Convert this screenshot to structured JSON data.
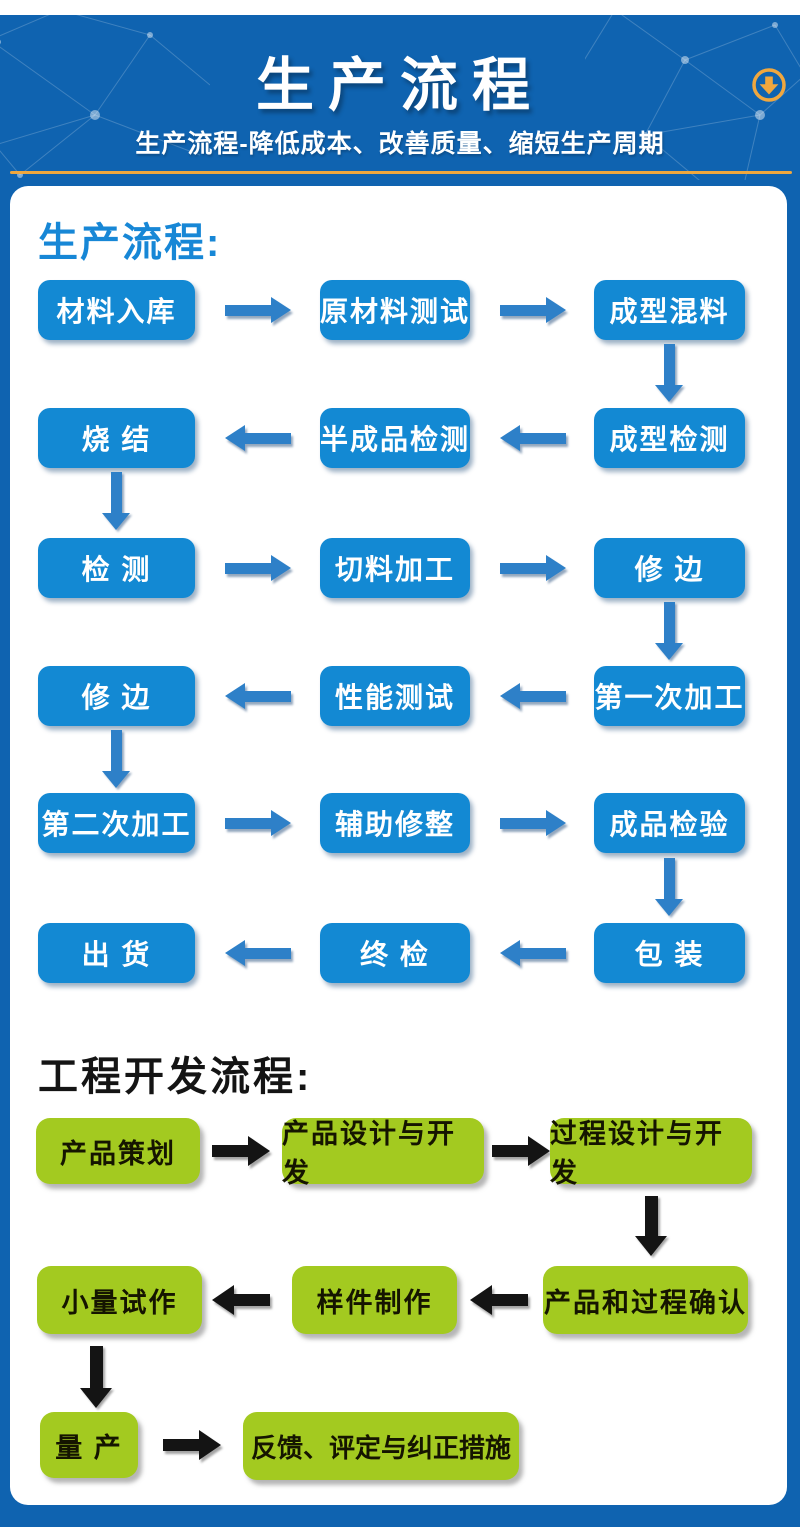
{
  "colors": {
    "page_blue": "#0f63b0",
    "box_blue": "#1389d3",
    "arrow_blue": "#2e80c8",
    "gold_accent": "#efa73e",
    "box_green": "#a3ca20",
    "arrow_black": "#141414",
    "heading_blue": "#1787d6"
  },
  "header": {
    "title": "生产流程",
    "subtitle": "生产流程-降低成本、改善质量、缩短生产周期",
    "download_icon": "circle-down-arrow"
  },
  "production": {
    "heading": "生产流程:",
    "rows": [
      {
        "direction": "right",
        "cells": [
          "材料入库",
          "原材料测试",
          "成型混料"
        ],
        "down_arrow_from": "成型混料"
      },
      {
        "direction": "left",
        "cells": [
          "烧 结",
          "半成品检测",
          "成型检测"
        ],
        "down_arrow_from": "烧结"
      },
      {
        "direction": "right",
        "cells": [
          "检 测",
          "切料加工",
          "修 边"
        ],
        "down_arrow_from": "修边"
      },
      {
        "direction": "left",
        "cells": [
          "修 边",
          "性能测试",
          "第一次加工"
        ],
        "down_arrow_from": "修边"
      },
      {
        "direction": "right",
        "cells": [
          "第二次加工",
          "辅助修整",
          "成品检验"
        ],
        "down_arrow_from": "成品检验"
      },
      {
        "direction": "left",
        "cells": [
          "出 货",
          "终 检",
          "包 装"
        ],
        "down_arrow_from": null
      }
    ],
    "sequence": [
      "材料入库",
      "原材料测试",
      "成型混料",
      "成型检测",
      "半成品检测",
      "烧结",
      "检测",
      "切料加工",
      "修边",
      "第一次加工",
      "性能测试",
      "修边",
      "第二次加工",
      "辅助修整",
      "成品检验",
      "包装",
      "终检",
      "出货"
    ]
  },
  "engineering": {
    "heading": "工程开发流程:",
    "rows": [
      {
        "direction": "right",
        "cells": [
          "产品策划",
          "产品设计与开发",
          "过程设计与开发"
        ],
        "down_arrow_from": "过程设计与开发"
      },
      {
        "direction": "left",
        "cells": [
          "小量试作",
          "样件制作",
          "产品和过程确认"
        ],
        "down_arrow_from": "小量试作"
      },
      {
        "direction": "right",
        "cells": [
          "量 产",
          "反馈、评定与纠正措施"
        ],
        "down_arrow_from": null
      }
    ],
    "sequence": [
      "产品策划",
      "产品设计与开发",
      "过程设计与开发",
      "产品和过程确认",
      "样件制作",
      "小量试作",
      "量产",
      "反馈、评定与纠正措施"
    ]
  }
}
